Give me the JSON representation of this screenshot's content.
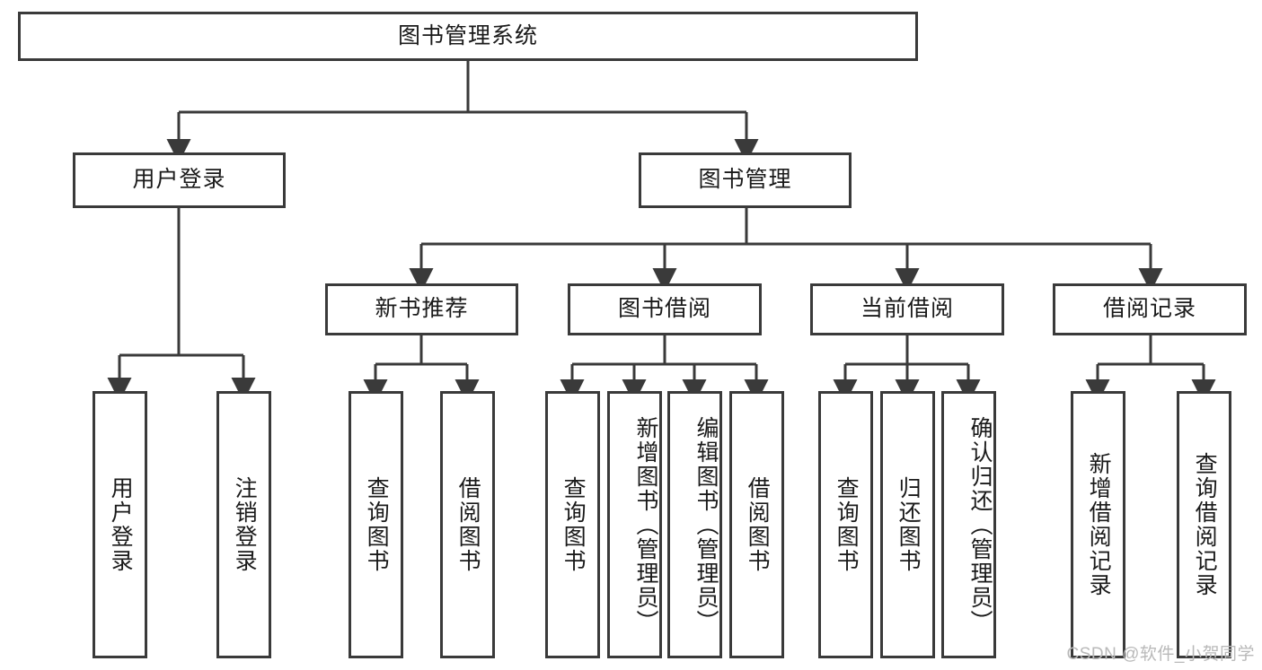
{
  "diagram": {
    "title": "图书管理系统",
    "watermark": "CSDN @软件_小贺同学",
    "colors": {
      "border": "#3a3a3a",
      "background": "#ffffff",
      "text": "#1a1a1a",
      "watermark": "#b9b9b9"
    },
    "nodes": {
      "root": "图书管理系统",
      "level2": {
        "user_login": "用户登录",
        "book_manage": "图书管理"
      },
      "level3": {
        "new_book_recommend": "新书推荐",
        "book_borrow": "图书借阅",
        "current_borrow": "当前借阅",
        "borrow_record": "借阅记录"
      },
      "leaves": {
        "user_login_1": "用户登录",
        "user_login_2": "注销登录",
        "recommend_1": "查询图书",
        "recommend_2": "借阅图书",
        "borrow_1": "查询图书",
        "borrow_2": "新增图书（管理员）",
        "borrow_3": "编辑图书（管理员）",
        "borrow_4": "借阅图书",
        "current_1": "查询图书",
        "current_2": "归还图书",
        "current_3": "确认归还（管理员）",
        "record_1": "新增借阅记录",
        "record_2": "查询借阅记录"
      }
    }
  }
}
